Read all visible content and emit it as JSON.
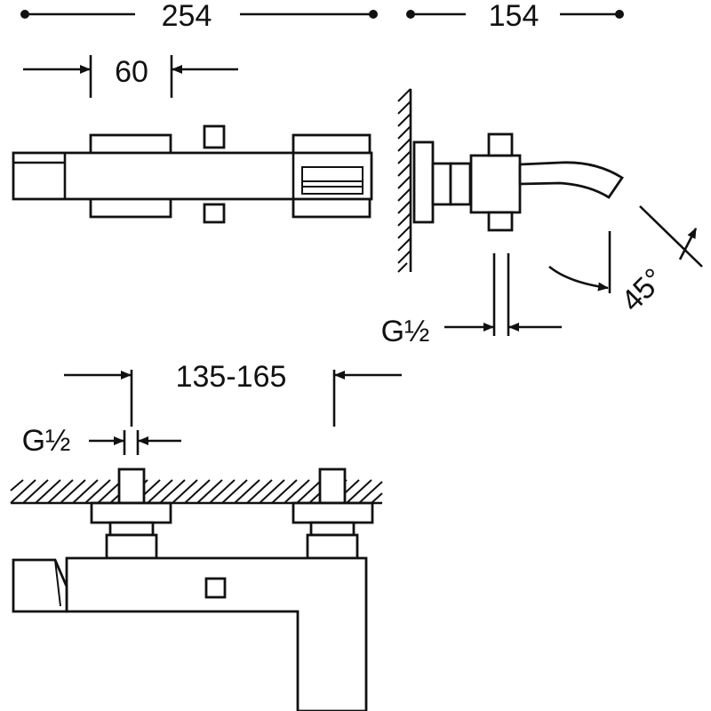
{
  "dimensions": {
    "overall_length": "254",
    "spout_projection": "154",
    "handle_width": "60",
    "spout_angle": "45°",
    "side_inlet_thread": "G½",
    "centres_range": "135-165",
    "bottom_inlet_thread": "G½"
  }
}
